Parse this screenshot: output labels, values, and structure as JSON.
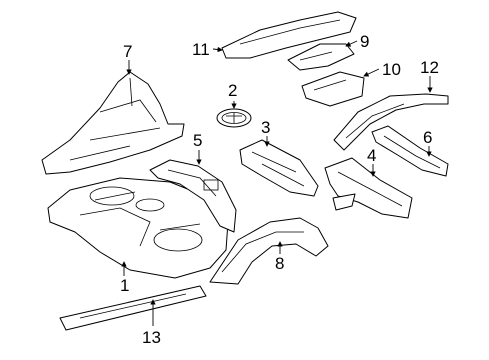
{
  "diagram": {
    "callouts": [
      "1",
      "2",
      "3",
      "4",
      "5",
      "6",
      "7",
      "8",
      "9",
      "10",
      "11",
      "12",
      "13"
    ]
  },
  "colors": {
    "line": "#000000",
    "background": "#ffffff"
  }
}
